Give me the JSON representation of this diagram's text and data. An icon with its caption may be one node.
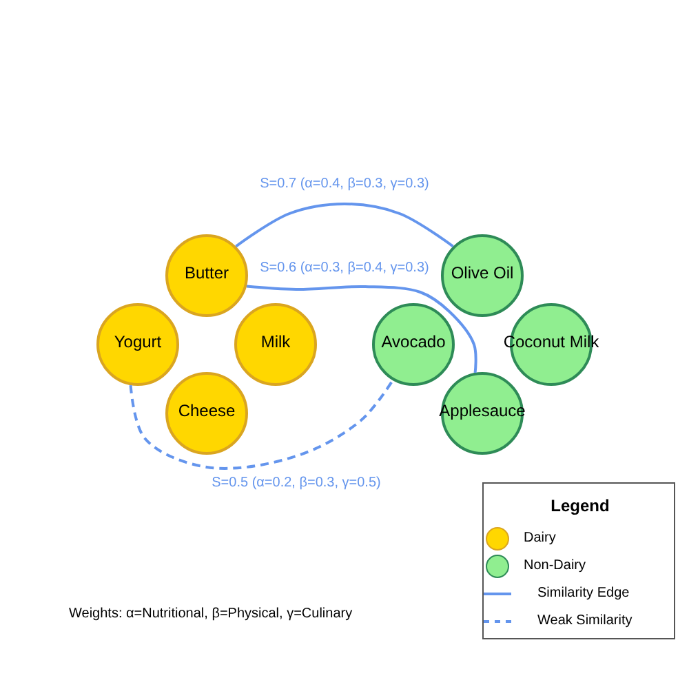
{
  "diagram": {
    "nodes": [
      {
        "text": [
          "Butter"
        ]
      },
      {
        "text": [
          "Olive Oil"
        ]
      },
      {
        "text": [
          "Yogurt"
        ]
      },
      {
        "text": [
          "Milk"
        ]
      },
      {
        "text": [
          "Avocado"
        ]
      },
      {
        "text": [
          "Coconut Milk"
        ]
      },
      {
        "text": [
          "Cheese"
        ]
      },
      {
        "text": [
          "Applesauce"
        ]
      }
    ],
    "edges": [
      {
        "from": 2,
        "to": 4,
        "arrow": "none",
        "label": "S=0.5 (α=0.2, β=0.3, γ=0.5)",
        "style": "dashed"
      },
      {
        "from": 0,
        "to": 1,
        "arrow": "none",
        "label": "S=0.7 (α=0.4, β=0.3, γ=0.3)"
      },
      {
        "from": 0,
        "to": 7,
        "arrow": "none",
        "label": "S=0.6 (α=0.3, β=0.4, γ=0.3)"
      }
    ],
    "labels": [
      "Legend",
      "Weights: α=Nutritional, β=Physical, γ=Culinary"
    ],
    "legend": [
      {
        "text": "Dairy",
        "color": "#ffd700"
      },
      {
        "text": "Non-Dairy",
        "color": "#90ee90"
      },
      {
        "text": "Similarity Edge"
      },
      {
        "text": "Weak Similarity"
      }
    ]
  }
}
